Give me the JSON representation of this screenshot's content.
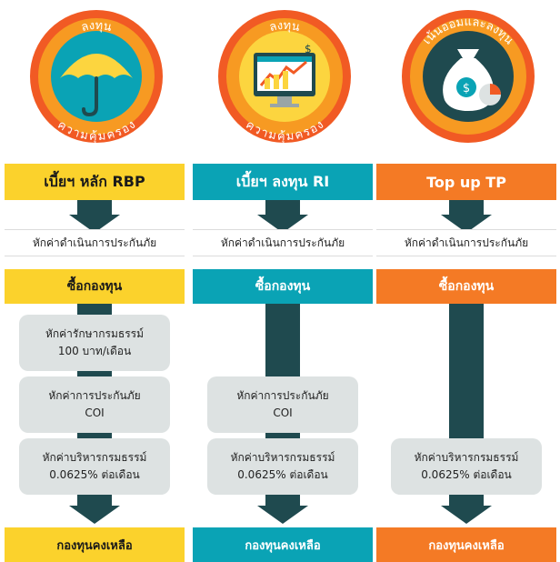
{
  "colors": {
    "yellow": "#fbd22c",
    "teal": "#0aa3b5",
    "orange": "#f47a25",
    "dark_arrow": "#1f4a4f",
    "box_gray": "#dde2e2"
  },
  "columns": [
    {
      "badge_top": "ลงทุน",
      "badge_bottom": "ความคุ้มครอง",
      "badge_icon": "umbrella-icon",
      "title": "เบี้ยฯ หลัก RBP",
      "fee": "หักค่าดำเนินการประกันภัย",
      "buy": "ซื้อกองทุน",
      "deductions": [
        {
          "line1": "หักค่ารักษากรมธรรม์",
          "line2": "100 บาท/เดือน"
        },
        {
          "line1": "หักค่าการประกันภัย",
          "line2": "COI"
        },
        {
          "line1": "หักค่าบริหารกรมธรรม์",
          "line2": "0.0625% ต่อเดือน"
        }
      ],
      "result": "กองทุนคงเหลือ"
    },
    {
      "badge_top": "ลงทุน",
      "badge_bottom": "ความคุ้มครอง",
      "badge_icon": "investment-chart-monitor-icon",
      "title": "เบี้ยฯ ลงทุน RI",
      "fee": "หักค่าดำเนินการประกันภัย",
      "buy": "ซื้อกองทุน",
      "deductions": [
        {
          "line1": "หักค่าการประกันภัย",
          "line2": "COI"
        },
        {
          "line1": "หักค่าบริหารกรมธรรม์",
          "line2": "0.0625% ต่อเดือน"
        }
      ],
      "result": "กองทุนคงเหลือ"
    },
    {
      "badge_top": "เน้นออมและลงทุน",
      "badge_bottom": "",
      "badge_icon": "money-bag-icon",
      "title": "Top up TP",
      "fee": "หักค่าดำเนินการประกันภัย",
      "buy": "ซื้อกองทุน",
      "deductions": [
        {
          "line1": "หักค่าบริหารกรมธรรม์",
          "line2": "0.0625% ต่อเดือน"
        }
      ],
      "result": "กองทุนคงเหลือ"
    }
  ]
}
